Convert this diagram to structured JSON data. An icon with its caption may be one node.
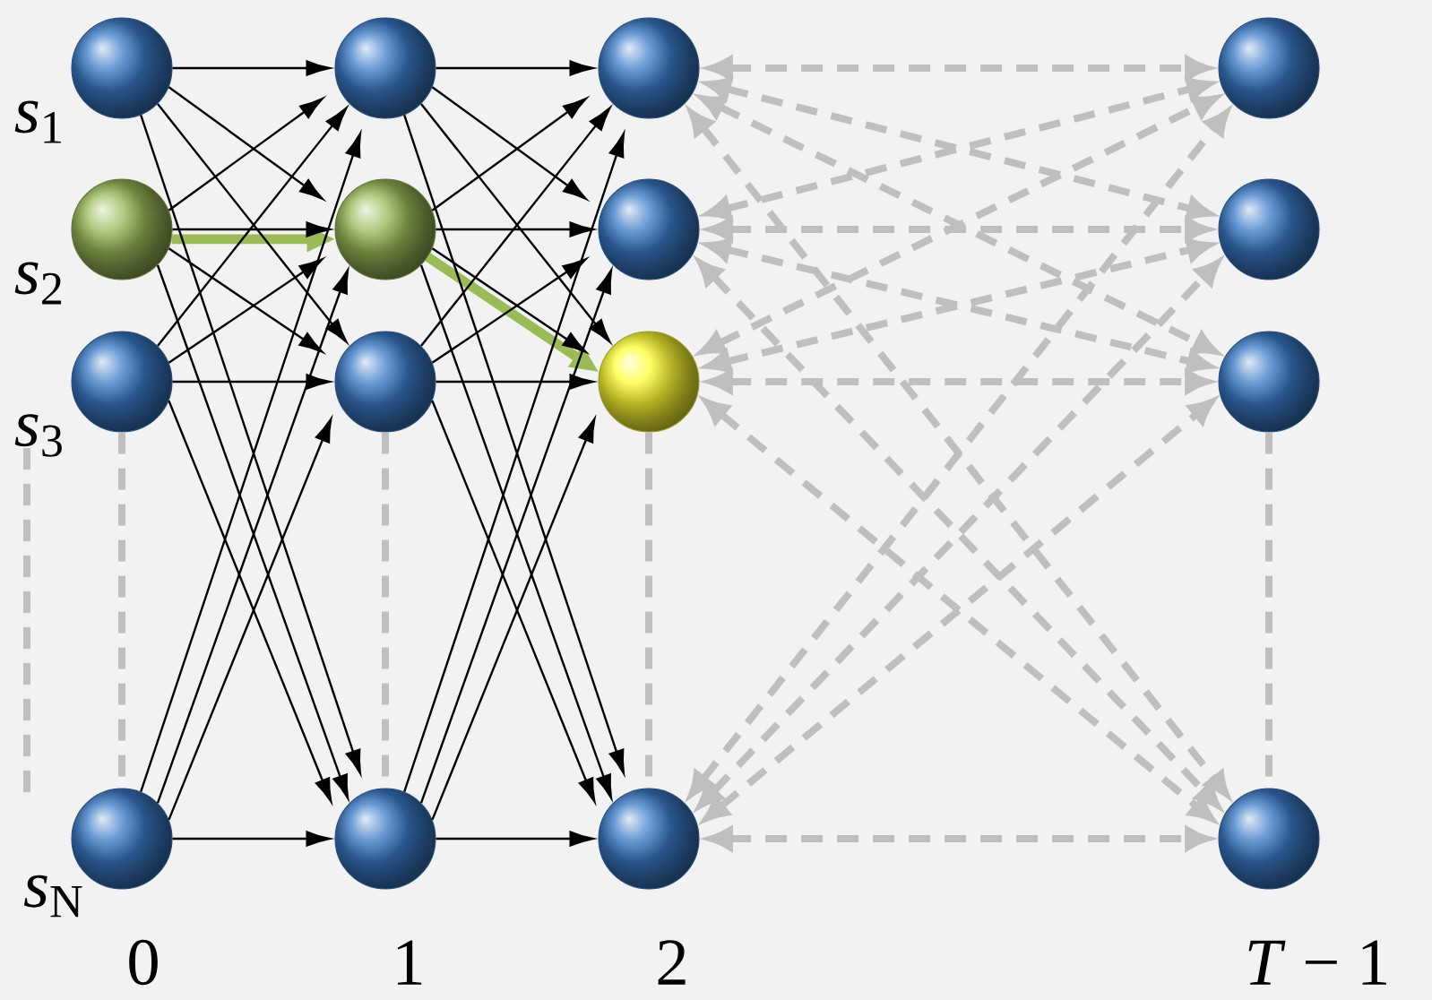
{
  "diagram": {
    "nodes": [
      {
        "text": [],
        "shape": "circle",
        "beside": [
          "*s*$_{1}$"
        ]
      },
      {
        "text": [],
        "shape": "circle",
        "beside": [
          "*s*$_{2}$"
        ]
      },
      {
        "text": [],
        "shape": "circle",
        "beside": [
          "*s*$_{3}$"
        ]
      },
      {
        "text": [],
        "shape": "circle",
        "beside": [
          "*s*$_{N}$"
        ]
      },
      {
        "text": [],
        "shape": "circle"
      },
      {
        "text": [],
        "shape": "circle"
      },
      {
        "text": [],
        "shape": "circle"
      },
      {
        "text": [],
        "shape": "circle"
      },
      {
        "text": [],
        "shape": "circle"
      },
      {
        "text": [],
        "shape": "circle"
      },
      {
        "text": [],
        "shape": "circle"
      },
      {
        "text": [],
        "shape": "circle"
      },
      {
        "text": [],
        "shape": "circle"
      },
      {
        "text": [],
        "shape": "circle"
      },
      {
        "text": [],
        "shape": "circle"
      },
      {
        "text": [],
        "shape": "circle"
      }
    ],
    "edges": [
      {
        "from": 0,
        "to": 4,
        "arrow": "to"
      },
      {
        "from": 0,
        "to": 5,
        "arrow": "to"
      },
      {
        "from": 0,
        "to": 6,
        "arrow": "to"
      },
      {
        "from": 0,
        "to": 7,
        "arrow": "to"
      },
      {
        "from": 1,
        "to": 4,
        "arrow": "to"
      },
      {
        "from": 1,
        "to": 5,
        "arrow": "to"
      },
      {
        "from": 1,
        "to": 6,
        "arrow": "to"
      },
      {
        "from": 1,
        "to": 7,
        "arrow": "to"
      },
      {
        "from": 2,
        "to": 4,
        "arrow": "to"
      },
      {
        "from": 2,
        "to": 5,
        "arrow": "to"
      },
      {
        "from": 2,
        "to": 6,
        "arrow": "to"
      },
      {
        "from": 2,
        "to": 7,
        "arrow": "to"
      },
      {
        "from": 3,
        "to": 4,
        "arrow": "to"
      },
      {
        "from": 3,
        "to": 5,
        "arrow": "to"
      },
      {
        "from": 3,
        "to": 6,
        "arrow": "to"
      },
      {
        "from": 3,
        "to": 7,
        "arrow": "to"
      },
      {
        "from": 4,
        "to": 8,
        "arrow": "to"
      },
      {
        "from": 4,
        "to": 9,
        "arrow": "to"
      },
      {
        "from": 4,
        "to": 10,
        "arrow": "to"
      },
      {
        "from": 4,
        "to": 11,
        "arrow": "to"
      },
      {
        "from": 5,
        "to": 8,
        "arrow": "to"
      },
      {
        "from": 5,
        "to": 9,
        "arrow": "to"
      },
      {
        "from": 5,
        "to": 10,
        "arrow": "to"
      },
      {
        "from": 5,
        "to": 11,
        "arrow": "to"
      },
      {
        "from": 6,
        "to": 8,
        "arrow": "to"
      },
      {
        "from": 6,
        "to": 9,
        "arrow": "to"
      },
      {
        "from": 6,
        "to": 10,
        "arrow": "to"
      },
      {
        "from": 6,
        "to": 11,
        "arrow": "to"
      },
      {
        "from": 7,
        "to": 8,
        "arrow": "to"
      },
      {
        "from": 7,
        "to": 9,
        "arrow": "to"
      },
      {
        "from": 7,
        "to": 10,
        "arrow": "to"
      },
      {
        "from": 7,
        "to": 11,
        "arrow": "to"
      },
      {
        "from": 1,
        "to": 5,
        "arrow": "to",
        "style": "thick",
        "color": "#9bbb59"
      },
      {
        "from": 5,
        "to": 10,
        "arrow": "to",
        "style": "thick",
        "color": "#9bbb59"
      },
      {
        "from": 8,
        "to": 12,
        "arrow": "both",
        "style": "dashed",
        "color": "#bfbfbf"
      },
      {
        "from": 8,
        "to": 13,
        "arrow": "both",
        "style": "dashed",
        "color": "#bfbfbf"
      },
      {
        "from": 8,
        "to": 14,
        "arrow": "both",
        "style": "dashed",
        "color": "#bfbfbf"
      },
      {
        "from": 8,
        "to": 15,
        "arrow": "both",
        "style": "dashed",
        "color": "#bfbfbf"
      },
      {
        "from": 9,
        "to": 12,
        "arrow": "both",
        "style": "dashed",
        "color": "#bfbfbf"
      },
      {
        "from": 9,
        "to": 13,
        "arrow": "both",
        "style": "dashed",
        "color": "#bfbfbf"
      },
      {
        "from": 9,
        "to": 14,
        "arrow": "both",
        "style": "dashed",
        "color": "#bfbfbf"
      },
      {
        "from": 9,
        "to": 15,
        "arrow": "both",
        "style": "dashed",
        "color": "#bfbfbf"
      },
      {
        "from": 10,
        "to": 12,
        "arrow": "both",
        "style": "dashed",
        "color": "#bfbfbf"
      },
      {
        "from": 10,
        "to": 13,
        "arrow": "both",
        "style": "dashed",
        "color": "#bfbfbf"
      },
      {
        "from": 10,
        "to": 14,
        "arrow": "both",
        "style": "dashed",
        "color": "#bfbfbf"
      },
      {
        "from": 10,
        "to": 15,
        "arrow": "both",
        "style": "dashed",
        "color": "#bfbfbf"
      },
      {
        "from": 11,
        "to": 12,
        "arrow": "both",
        "style": "dashed",
        "color": "#bfbfbf"
      },
      {
        "from": 11,
        "to": 13,
        "arrow": "both",
        "style": "dashed",
        "color": "#bfbfbf"
      },
      {
        "from": 11,
        "to": 14,
        "arrow": "both",
        "style": "dashed",
        "color": "#bfbfbf"
      },
      {
        "from": 11,
        "to": 15,
        "arrow": "both",
        "style": "dashed",
        "color": "#bfbfbf"
      },
      {
        "from": 2,
        "to": 3,
        "arrow": "none",
        "style": "dashed",
        "color": "#bfbfbf"
      },
      {
        "from": 6,
        "to": 7,
        "arrow": "none",
        "style": "dashed",
        "color": "#bfbfbf"
      },
      {
        "from": 10,
        "to": 11,
        "arrow": "none",
        "style": "dashed",
        "color": "#bfbfbf"
      },
      {
        "from": 14,
        "to": 15,
        "arrow": "none",
        "style": "dashed",
        "color": "#bfbfbf"
      }
    ],
    "labels": [
      "0",
      "1",
      "2",
      "*T* − 1"
    ]
  }
}
